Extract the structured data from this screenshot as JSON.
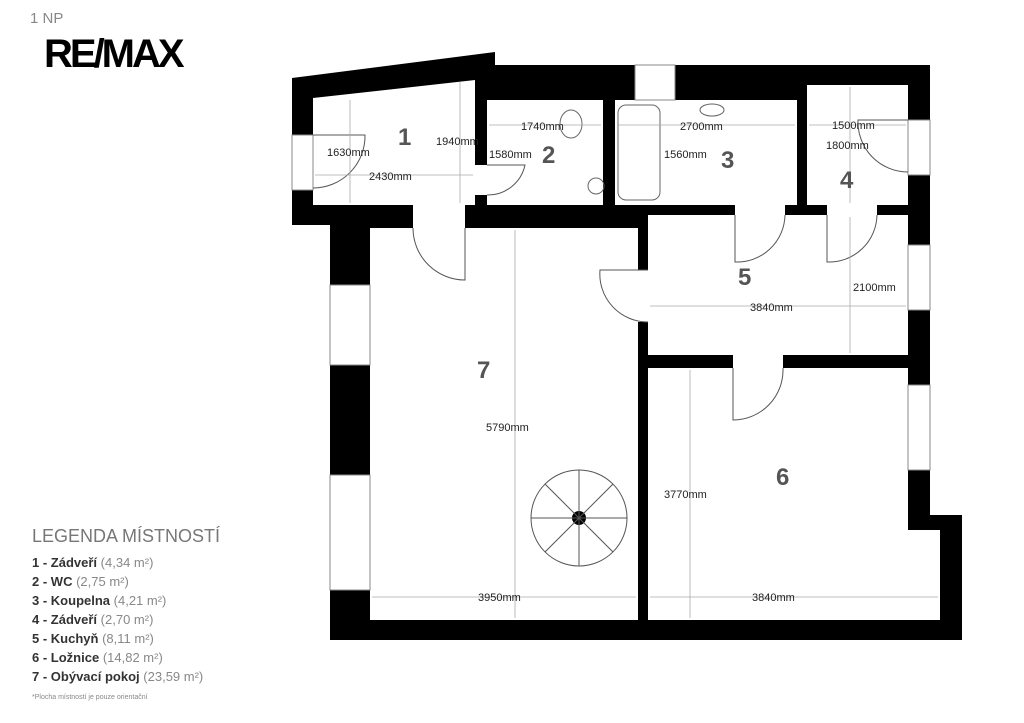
{
  "header": {
    "floor": "1 NP",
    "logo": "RE/MAX"
  },
  "rooms": [
    {
      "num": "1",
      "name": "Zádveří",
      "area": "(4,34 m²)"
    },
    {
      "num": "2",
      "name": "WC",
      "area": "(2,75 m²)"
    },
    {
      "num": "3",
      "name": "Koupelna",
      "area": "(4,21 m²)"
    },
    {
      "num": "4",
      "name": "Zádveří",
      "area": "(2,70 m²)"
    },
    {
      "num": "5",
      "name": "Kuchyň",
      "area": "(8,11 m²)"
    },
    {
      "num": "6",
      "name": "Ložnice",
      "area": "(14,82 m²)"
    },
    {
      "num": "7",
      "name": "Obývací pokoj",
      "area": "(23,59 m²)"
    }
  ],
  "legend": {
    "title": "LEGENDA MÍSTNOSTÍ",
    "note": "*Plocha místností je pouze orientační"
  },
  "dims": {
    "r1w": "2430mm",
    "r1h": "1630mm",
    "r1h2": "1940mm",
    "r2w": "1740mm",
    "r2h": "1580mm",
    "r3w": "2700mm",
    "r3h": "1560mm",
    "r4w": "1500mm",
    "r4h": "1800mm",
    "r5w": "3840mm",
    "r5h": "2100mm",
    "r7h": "5790mm",
    "r7w": "3950mm",
    "r6h": "3770mm",
    "r6w": "3840mm"
  }
}
